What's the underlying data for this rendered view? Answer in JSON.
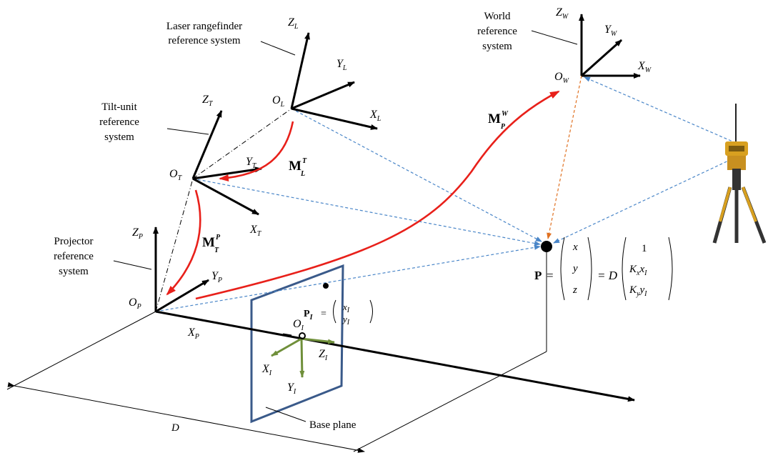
{
  "labels": {
    "laser_system": [
      "Laser rangefinder",
      "reference system"
    ],
    "tilt_system": [
      "Tilt-unit",
      "reference",
      "system"
    ],
    "world_system": [
      "World",
      "reference",
      "system"
    ],
    "projector_system": [
      "Projector",
      "reference",
      "system"
    ],
    "base_plane": "Base plane",
    "distance": "D"
  },
  "axes": {
    "laser": {
      "z": "Z",
      "y": "Y",
      "x": "X",
      "o": "O",
      "sub": "L"
    },
    "tilt": {
      "z": "Z",
      "y": "Y",
      "x": "X",
      "o": "O",
      "sub": "T"
    },
    "world": {
      "z": "Z",
      "y": "Y",
      "x": "X",
      "o": "O",
      "sub": "W"
    },
    "projector": {
      "z": "Z",
      "y": "Y",
      "x": "X",
      "o": "O",
      "sub": "P"
    },
    "image": {
      "z": "Z",
      "y": "Y",
      "x": "X",
      "o": "O",
      "sub": "I"
    }
  },
  "transforms": {
    "m_lt": {
      "base": "M",
      "sup": "T",
      "sub": "L"
    },
    "m_tp": {
      "base": "M",
      "sup": "P",
      "sub": "T"
    },
    "m_pw": {
      "base": "M",
      "sup": "W",
      "sub": "P"
    }
  },
  "equations": {
    "pi": {
      "lhs": "P",
      "sub": "I",
      "eq": "=",
      "row1": "x",
      "row2": "y",
      "s1": "I",
      "s2": "I"
    },
    "p": {
      "lhs": "P",
      "eq": "=",
      "v1": "x",
      "v2": "y",
      "v3": "z",
      "eq2": "= D",
      "r1": "1",
      "r2a": "K",
      "r2b": "x",
      "r2c": "x",
      "r2d": "I",
      "r3a": "K",
      "r3b": "y",
      "r3c": "y",
      "r3d": "I"
    }
  },
  "colors": {
    "axis": "#000000",
    "transform_arrow": "#e8201a",
    "projection_dash": "#4a86c8",
    "vertical_dash": "#e07020",
    "plane": "#3a5a8a",
    "image_axes": "#6f8f3a",
    "total_station": "#d8a020"
  }
}
